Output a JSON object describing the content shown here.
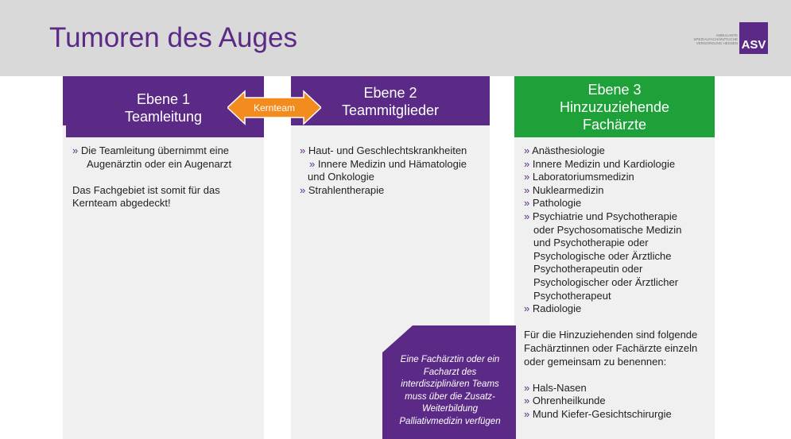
{
  "title": "Tumoren des Auges",
  "logo": {
    "small_text": "Ambulante Spezialfachärztliche Versorgung Hessen",
    "mark": "ASV"
  },
  "arrow_label": "Kernteam",
  "columns": [
    {
      "heading_line1": "Ebene 1",
      "heading_line2": "Teamleitung",
      "items": [
        "» Die Teamleitung übernimmt eine",
        "Augenärztin oder ein Augenarzt",
        "Das Fachgebiet ist somit für das",
        "Kernteam abgedeckt!"
      ]
    },
    {
      "heading_line1": "Ebene 2",
      "heading_line2": "Teammitglieder",
      "items": [
        "» Haut- und Geschlechtskrankheiten",
        "» Innere Medizin und Hämatologie",
        "und Onkologie",
        "» Strahlentherapie"
      ]
    },
    {
      "heading_line1": "Ebene 3",
      "heading_line2": "Hinzuzuziehende",
      "heading_line3": "Fachärzte",
      "items": [
        "» Anästhesiologie",
        "» Innere Medizin und Kardiologie",
        "» Laboratoriumsmedizin",
        "» Nuklearmedizin",
        "» Pathologie",
        "» Psychiatrie und Psychotherapie",
        "oder Psychosomatische Medizin",
        "und Psychotherapie oder",
        "Psychologische oder Ärztliche",
        "Psychotherapeutin oder",
        "Psychologischer oder Ärztlicher",
        "Psychotherapeut",
        "» Radiologie",
        "Für die Hinzuziehenden sind folgende",
        "Fachärztinnen oder Fachärzte einzeln",
        "oder gemeinsam zu benennen:",
        "» Hals-Nasen",
        "» Ohrenheilkunde",
        "» Mund Kiefer-Gesichtschirurgie"
      ]
    }
  ],
  "note": "Eine Fachärztin oder ein Facharzt des interdisziplinären Teams muss über die Zusatz-Weiterbildung Palliativmedizin verfügen",
  "colors": {
    "purple": "#5b2a86",
    "green": "#1fa13a",
    "orange": "#f28c1e",
    "header_bg": "#d9d9d9"
  }
}
